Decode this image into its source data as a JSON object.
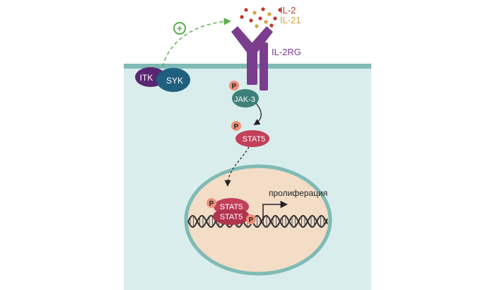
{
  "ligands": {
    "il2": "IL-2",
    "il21": "IL-21"
  },
  "receptor": {
    "label": "IL-2RG"
  },
  "kinases": {
    "itk": "ITK",
    "syk": "SYK",
    "jak3": "JAK-3"
  },
  "activation_symbol": "+",
  "stat": {
    "cytoplasmic": "STAT5",
    "dimer_top": "STAT5",
    "dimer_bottom": "STAT5"
  },
  "phospho": {
    "label": "P"
  },
  "nucleus": {
    "outcome": "пролиферация"
  },
  "colors": {
    "cell_fill": "#d9eeec",
    "membrane": "#7fbab6",
    "nucleus_fill": "#f3ddc7",
    "nucleus_border": "#7fbab6",
    "itk": "#5a2673",
    "syk": "#1f5f80",
    "receptor": "#7b3d8e",
    "jak3": "#3e7f7a",
    "stat5": "#c2405a",
    "phospho": "#f0907a",
    "activation": "#58b04a",
    "il2_text": "#c0392b",
    "il21_text": "#d4a43a",
    "dna": "#333333"
  }
}
